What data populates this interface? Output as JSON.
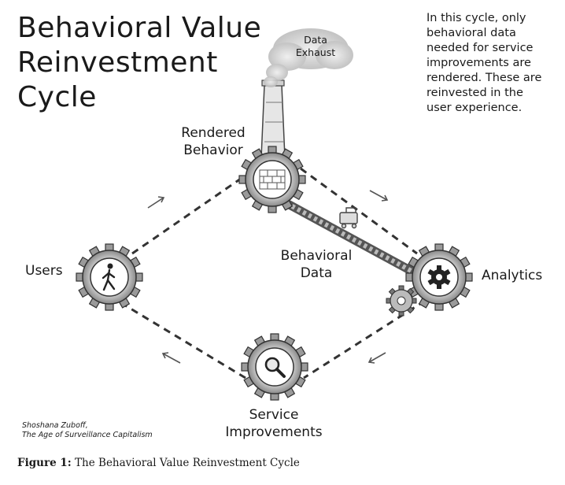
{
  "title": [
    "Behavioral Value",
    "Reinvestment",
    "Cycle"
  ],
  "note": [
    "In this cycle, only",
    "behavioral data",
    "needed for service",
    "improvements are",
    "rendered. These are",
    "reinvested in the",
    "user experience."
  ],
  "nodes": {
    "rendered_behavior": [
      "Rendered",
      "Behavior"
    ],
    "users": "Users",
    "analytics": "Analytics",
    "service_improvements": [
      "Service",
      "Improvements"
    ],
    "behavioral_data": [
      "Behavioral",
      "Data"
    ]
  },
  "data_exhaust": [
    "Data",
    "Exhaust"
  ],
  "icons": {
    "rendered_behavior": "brick-wall-icon",
    "users": "walking-person-icon",
    "analytics": "cog-icon",
    "service_improvements": "magnifying-glass-icon",
    "smokestack": "smokestack-icon",
    "smoke": "smoke-cloud-icon",
    "conveyor": "conveyor-belt-icon"
  },
  "citation": [
    "Shoshana Zuboff,",
    "The Age of Surveillance Capitalism"
  ],
  "caption": {
    "label": "Figure 1:",
    "text": "The Behavioral Value Reinvestment Cycle"
  }
}
